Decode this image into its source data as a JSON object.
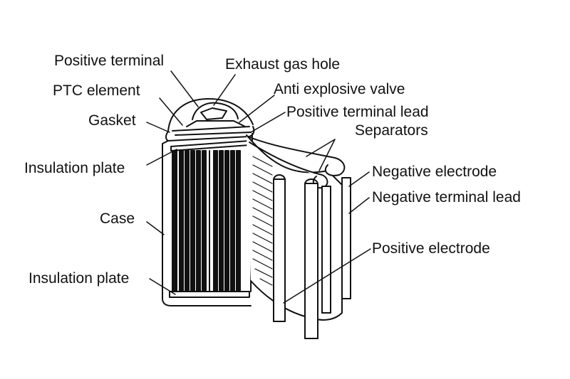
{
  "labels": {
    "positive_terminal": "Positive terminal",
    "exhaust_gas_hole": "Exhaust gas hole",
    "ptc_element": "PTC element",
    "anti_explosive_valve": "Anti explosive valve",
    "gasket": "Gasket",
    "positive_terminal_lead": "Positive terminal lead",
    "separators": "Separators",
    "insulation_plate_top": "Insulation plate",
    "negative_electrode": "Negative electrode",
    "negative_terminal_lead": "Negative terminal lead",
    "case": "Case",
    "positive_electrode": "Positive electrode",
    "insulation_plate_bottom": "Insulation plate"
  },
  "colors": {
    "line": "#111111",
    "background": "#ffffff",
    "shade": "#ececec"
  }
}
